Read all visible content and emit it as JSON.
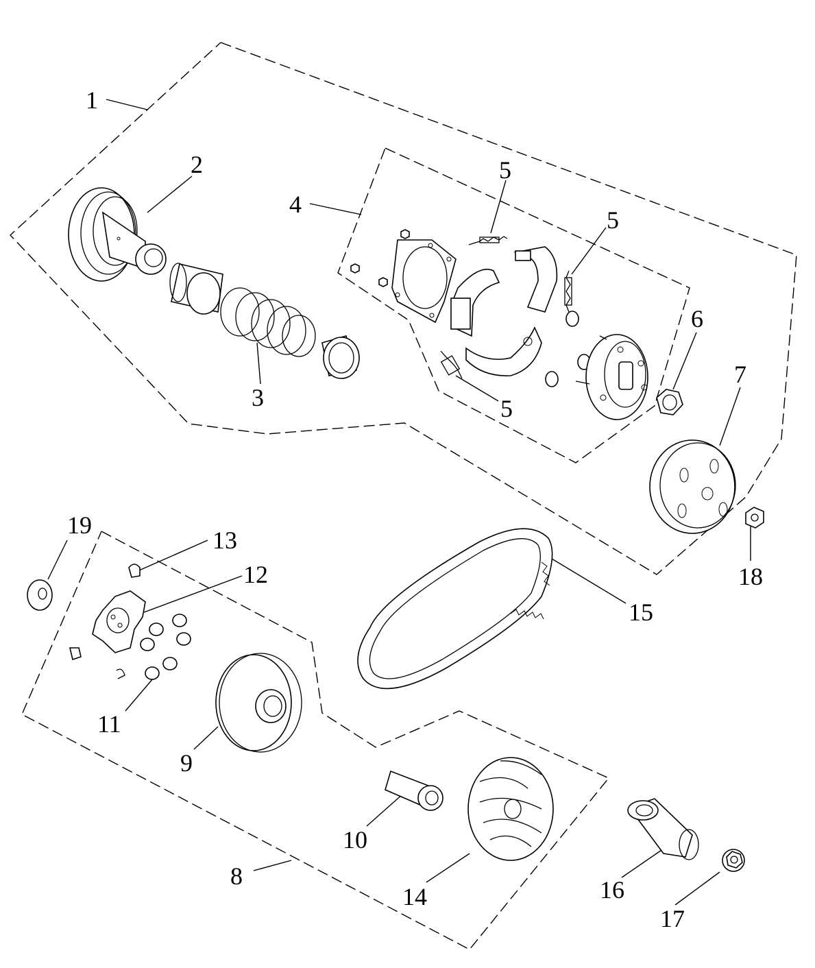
{
  "callouts": [
    {
      "id": "c1",
      "text": "1"
    },
    {
      "id": "c2",
      "text": "2"
    },
    {
      "id": "c3",
      "text": "3"
    },
    {
      "id": "c4",
      "text": "4"
    },
    {
      "id": "c5a",
      "text": "5"
    },
    {
      "id": "c5b",
      "text": "5"
    },
    {
      "id": "c5c",
      "text": "5"
    },
    {
      "id": "c6",
      "text": "6"
    },
    {
      "id": "c7",
      "text": "7"
    },
    {
      "id": "c8",
      "text": "8"
    },
    {
      "id": "c9",
      "text": "9"
    },
    {
      "id": "c10",
      "text": "10"
    },
    {
      "id": "c11",
      "text": "11"
    },
    {
      "id": "c12",
      "text": "12"
    },
    {
      "id": "c13",
      "text": "13"
    },
    {
      "id": "c14",
      "text": "14"
    },
    {
      "id": "c15",
      "text": "15"
    },
    {
      "id": "c16",
      "text": "16"
    },
    {
      "id": "c17",
      "text": "17"
    },
    {
      "id": "c18",
      "text": "18"
    },
    {
      "id": "c19",
      "text": "19"
    }
  ],
  "colors": {
    "line": "#000000",
    "background": "#ffffff"
  }
}
